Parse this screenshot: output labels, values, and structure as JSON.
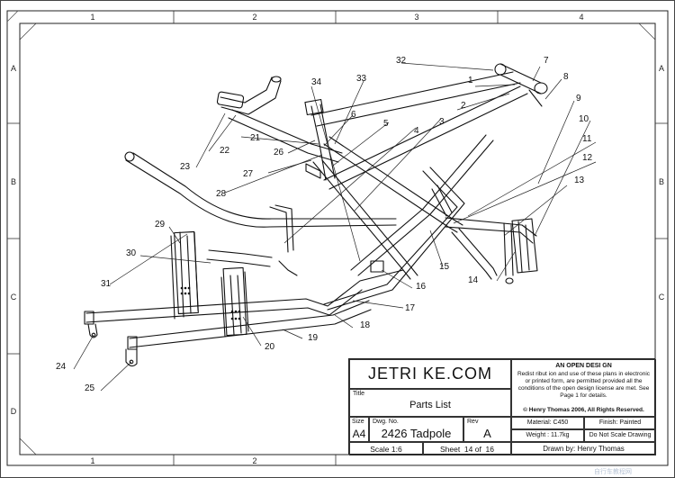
{
  "grid": {
    "columns": [
      "1",
      "2",
      "3",
      "4"
    ],
    "rows": [
      "A",
      "B",
      "C",
      "D"
    ]
  },
  "balloons": [
    "1",
    "2",
    "3",
    "4",
    "5",
    "6",
    "7",
    "8",
    "9",
    "10",
    "11",
    "12",
    "13",
    "14",
    "15",
    "16",
    "17",
    "18",
    "19",
    "20",
    "21",
    "22",
    "23",
    "24",
    "25",
    "26",
    "27",
    "28",
    "29",
    "30",
    "31",
    "32",
    "33",
    "34"
  ],
  "title_block": {
    "company": "JETRI KE.COM",
    "title_label": "Title",
    "title": "Parts List",
    "size_label": "Size",
    "size": "A4",
    "dwg_label": "Dwg. No.",
    "dwg_no": "2426 Tadpole",
    "rev_label": "Rev",
    "rev": "A",
    "scale": "Scale 1:6",
    "sheet": "Sheet  14 of  16",
    "open_design_heading": "AN OPEN DESI GN",
    "open_design_text": "Redist ribut ion and use of these plans in electronic or printed form, are permitted provided all the conditions of the open design license are met. See Page 1 for details.",
    "copyright": "© Henry Thomas 2006, All Rights Reserved.",
    "material": "Material: C450",
    "finish": "Finish: Painted",
    "weight": "Weight : 11.7kg",
    "no_scale": "Do Not Scale Drawing",
    "drawn_by": "Drawn by: Henry Thomas"
  },
  "watermark": "自行车教程网"
}
